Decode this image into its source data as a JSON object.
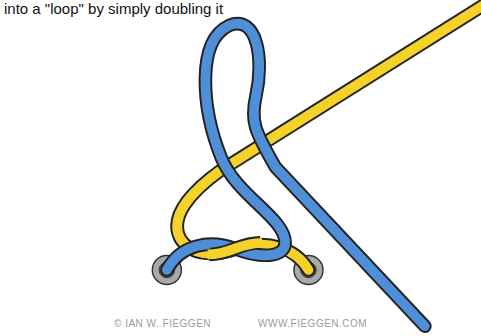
{
  "diagram": {
    "labels": [
      "into a \"loop\" by simply doubling it",
      "© IAN W. FIEGGEN",
      "WWW.FIEGGEN.COM"
    ]
  }
}
